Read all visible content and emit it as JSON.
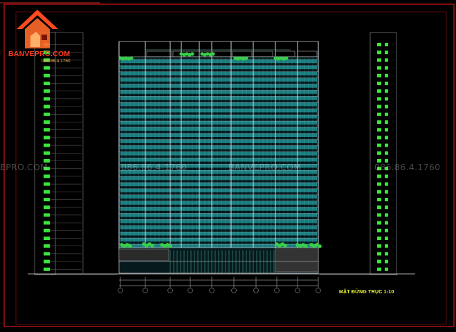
{
  "logo": {
    "brand": "BANVEPRO.COM",
    "phone": "086.86.4.1760",
    "icon": "house-logo-icon"
  },
  "watermark": {
    "left": "EPRO.COM",
    "phone_left": "086.86.4.1760",
    "center": "BANVEPRO.COM",
    "phone_right": "086.86.4.1760"
  },
  "drawing_title": "MẶT ĐỨNG TRỤC 1-10",
  "colors": {
    "background": "#000000",
    "frame": "#ff1a1a",
    "facade": "#2fd0d0",
    "mullion": "#e8f4ff",
    "level": "#39e639",
    "plant": "#38d04a",
    "dimension": "#cfcfcf"
  }
}
